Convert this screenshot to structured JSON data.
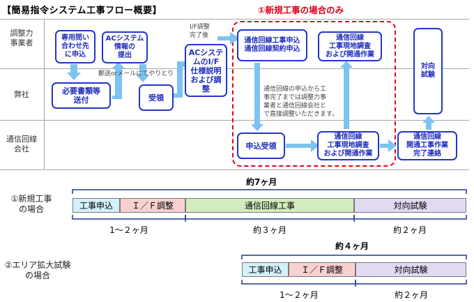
{
  "title": "【簡易指令システム工事フロー概要】",
  "rows": [
    {
      "label": "調整力\n事業者"
    },
    {
      "label": "弊社"
    },
    {
      "label": "通信回線\n会社"
    }
  ],
  "boxes": {
    "inquiry": "専用問い\n合わせ先\nに申込",
    "ac_info": "ACシステム\n情報の\n提出",
    "docs_send": "必要書類等\n送付",
    "receive": "受領",
    "acif_spec": "ACシステ\nムのI/F\n仕様説明\nおよび調\n整",
    "line_apply": "通信回線工事申込\n通信回線契約申込",
    "survey_top": "通信回線\n工事現地調査\nおよび開通作業",
    "opposite_test": "対向\n試験",
    "apply_receive": "申込受領",
    "survey_bottom": "通信回線\n工事現地調査\nおよび開通作業",
    "completion": "通信回線\n開通工事作業\n完了連絡"
  },
  "notes": {
    "if_done": "I/F調整\n完了後",
    "mail": "郵送orメールにてやりとり",
    "coordination": "通信回線の申込から工\n事完了までは調整力事\n業者と通信回線会社と\nで直接調整いただきます。"
  },
  "new_only_label": "①新規工事の場合のみ",
  "case1": {
    "label": "①新規工事\nの場合",
    "total": "約7ヶ月",
    "bars": [
      "工事申込",
      "Ｉ／Ｆ調整",
      "通信回線工事",
      "対向試験"
    ],
    "durations": [
      "1～２ヶ月",
      "約３ヶ月",
      "約２ヶ月"
    ]
  },
  "case2": {
    "label": "②エリア拡大試験\nの場合",
    "total": "約４ヶ月",
    "bars": [
      "工事申込",
      "Ｉ／Ｆ調整",
      "対向試験"
    ],
    "durations": [
      "1～２ヶ月",
      "約２ヶ月"
    ]
  },
  "colors": {
    "box_border": "#2436c4",
    "arrow": "#7cc3f0",
    "dashed_red": "#e0001b",
    "bar_apply": "#d4f0fb",
    "bar_if": "#f9d0d0",
    "bar_line": "#d3ecbf",
    "bar_test": "#e2d9f3"
  }
}
